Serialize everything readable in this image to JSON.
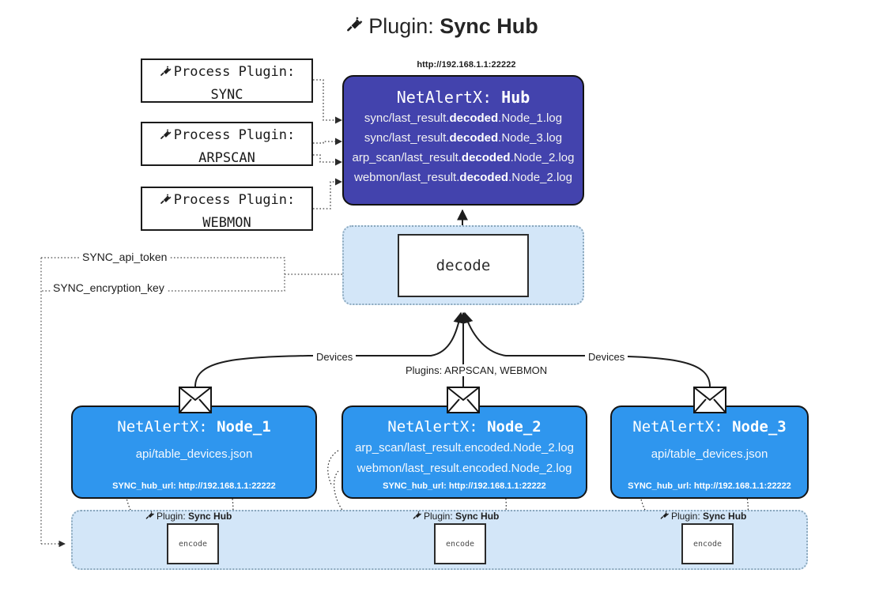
{
  "title": {
    "icon": "plug-icon",
    "prefix": "Plugin: ",
    "name": "Sync Hub"
  },
  "process_plugins": [
    {
      "icon": "plug-icon",
      "line1": "Process Plugin:",
      "line2": "SYNC"
    },
    {
      "icon": "plug-icon",
      "line1": "Process Plugin:",
      "line2": "ARPSCAN"
    },
    {
      "icon": "plug-icon",
      "line1": "Process Plugin:",
      "line2": "WEBMON"
    }
  ],
  "hub": {
    "url": "http://192.168.1.1:22222",
    "title_prefix": "NetAlertX: ",
    "title_name": "Hub",
    "color": "#4343ad",
    "lines": [
      {
        "pre": "sync/last_result.",
        "bold": "decoded",
        "post": ".Node_1.log"
      },
      {
        "pre": "sync/last_result.",
        "bold": "decoded",
        "post": ".Node_3.log"
      },
      {
        "pre": "arp_scan/last_result.",
        "bold": "decoded",
        "post": ".Node_2.log"
      },
      {
        "pre": "webmon/last_result.",
        "bold": "decoded",
        "post": ".Node_2.log"
      }
    ]
  },
  "decode": {
    "label": "decode",
    "container_color": "#d3e6f8"
  },
  "keys": {
    "api_token": "SYNC_api_token",
    "encryption_key": "SYNC_encryption_key"
  },
  "edge_labels": {
    "devices_left": "Devices",
    "devices_right": "Devices",
    "plugins": "Plugins: ARPSCAN, WEBMON"
  },
  "nodes": [
    {
      "title_prefix": "NetAlertX: ",
      "title_name": "Node_1",
      "lines": [
        "api/table_devices.json"
      ],
      "footer": "SYNC_hub_url: http://192.168.1.1:22222",
      "color": "#2f96ee",
      "envelope_icon": "envelope-icon"
    },
    {
      "title_prefix": "NetAlertX: ",
      "title_name": "Node_2",
      "lines": [
        "arp_scan/last_result.encoded.Node_2.log",
        "webmon/last_result.encoded.Node_2.log"
      ],
      "footer": "SYNC_hub_url: http://192.168.1.1:22222",
      "color": "#2f96ee",
      "envelope_icon": "envelope-icon"
    },
    {
      "title_prefix": "NetAlertX: ",
      "title_name": "Node_3",
      "lines": [
        "api/table_devices.json"
      ],
      "footer": "SYNC_hub_url: http://192.168.1.1:22222",
      "color": "#2f96ee",
      "envelope_icon": "envelope-icon"
    }
  ],
  "encoders": [
    {
      "caption_icon": "plug-icon",
      "caption_prefix": "Plugin: ",
      "caption_name": "Sync Hub",
      "label": "encode"
    },
    {
      "caption_icon": "plug-icon",
      "caption_prefix": "Plugin: ",
      "caption_name": "Sync Hub",
      "label": "encode"
    },
    {
      "caption_icon": "plug-icon",
      "caption_prefix": "Plugin: ",
      "caption_name": "Sync Hub",
      "label": "encode"
    }
  ]
}
